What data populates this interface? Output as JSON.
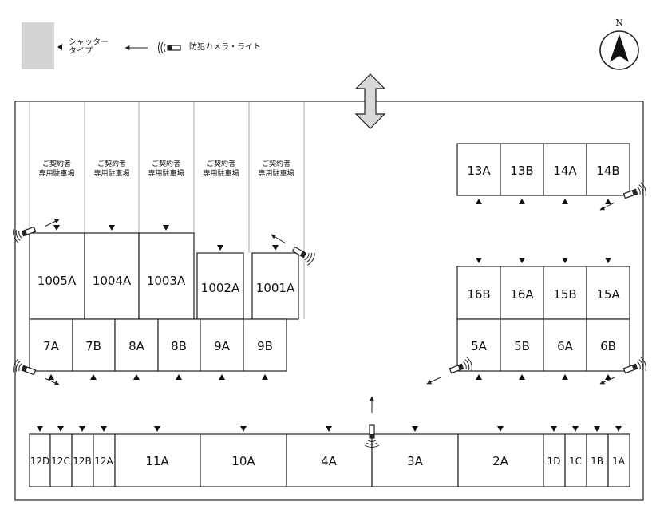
{
  "legend": {
    "shutter_label_line1": "シャッター",
    "shutter_label_line2": "タイプ",
    "camera_label": "防犯カメラ・ライト",
    "north_label": "N"
  },
  "reserved_note_line1": "ご契約者",
  "reserved_note_line2": "専用駐車場",
  "units": {
    "u1005A": "1005A",
    "u1004A": "1004A",
    "u1003A": "1003A",
    "u1002A": "1002A",
    "u1001A": "1001A",
    "u7A": "7A",
    "u7B": "7B",
    "u8A": "8A",
    "u8B": "8B",
    "u9A": "9A",
    "u9B": "9B",
    "u13A": "13A",
    "u13B": "13B",
    "u14A": "14A",
    "u14B": "14B",
    "u16B": "16B",
    "u16A": "16A",
    "u15B": "15B",
    "u15A": "15A",
    "u5A": "5A",
    "u5B": "5B",
    "u6A": "6A",
    "u6B": "6B",
    "u12D": "12D",
    "u12C": "12C",
    "u12B": "12B",
    "u12A": "12A",
    "u11A": "11A",
    "u10A": "10A",
    "u4A": "4A",
    "u3A": "3A",
    "u2A": "2A",
    "u1D": "1D",
    "u1C": "1C",
    "u1B": "1B",
    "u1A": "1A"
  },
  "colors": {
    "line": "#222222",
    "shutter": "#d4d4d4",
    "arrow_fill": "#d8d8d8"
  }
}
